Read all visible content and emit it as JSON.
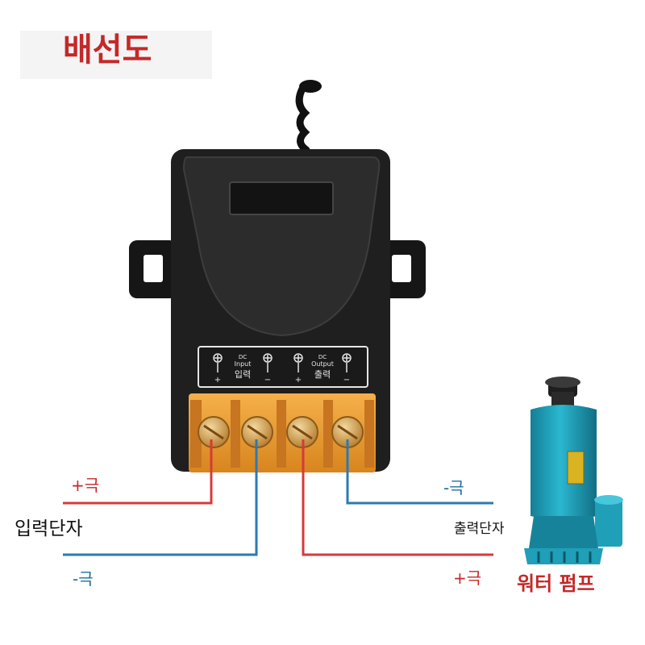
{
  "title": "배선도",
  "device": {
    "input_dc": "DC",
    "input_en": "Input",
    "input_ko": "입력",
    "output_dc": "DC",
    "output_en": "Output",
    "output_ko": "출력",
    "plus_sign": "+",
    "minus_sign": "−"
  },
  "labels": {
    "input_plus": "+극",
    "input_terminal": "입력단자",
    "input_minus": "-극",
    "output_minus": "-극",
    "output_terminal": "출력단자",
    "output_plus": "+극",
    "pump": "워터 펌프"
  },
  "colors": {
    "positive_wire": "#d63a3a",
    "negative_wire": "#2a7bb0",
    "title": "#c62828",
    "terminal_block": "#f0a035",
    "relay_body": "#1f1f1f",
    "pump_body": "#1f9fb8"
  }
}
